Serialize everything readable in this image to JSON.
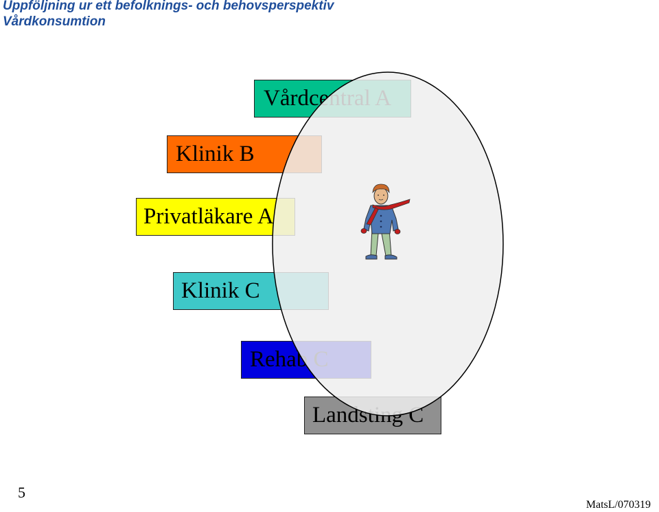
{
  "header": {
    "title": "Uppföljning ur ett befolknings- och behovsperspektiv",
    "subtitle": "Vårdkonsumtion",
    "color": "#1f4e9b"
  },
  "boxes": [
    {
      "label": "Vårdcentral A",
      "color": "#00c08c"
    },
    {
      "label": "Klinik B",
      "color": "#ff6a00"
    },
    {
      "label": "Privatläkare A",
      "color": "#ffff00"
    },
    {
      "label": "Klinik C",
      "color": "#3ec8c8"
    },
    {
      "label": "Rehab C",
      "color": "#0000e0"
    },
    {
      "label": "Landsting C",
      "color": "#909090"
    }
  ],
  "ellipse": {
    "fill": "#eeeeee",
    "fill_opacity": 0.85
  },
  "person": {
    "icon": "patient-figure-icon"
  },
  "footer": {
    "page_number": "5",
    "credit": "MatsL/070319"
  }
}
